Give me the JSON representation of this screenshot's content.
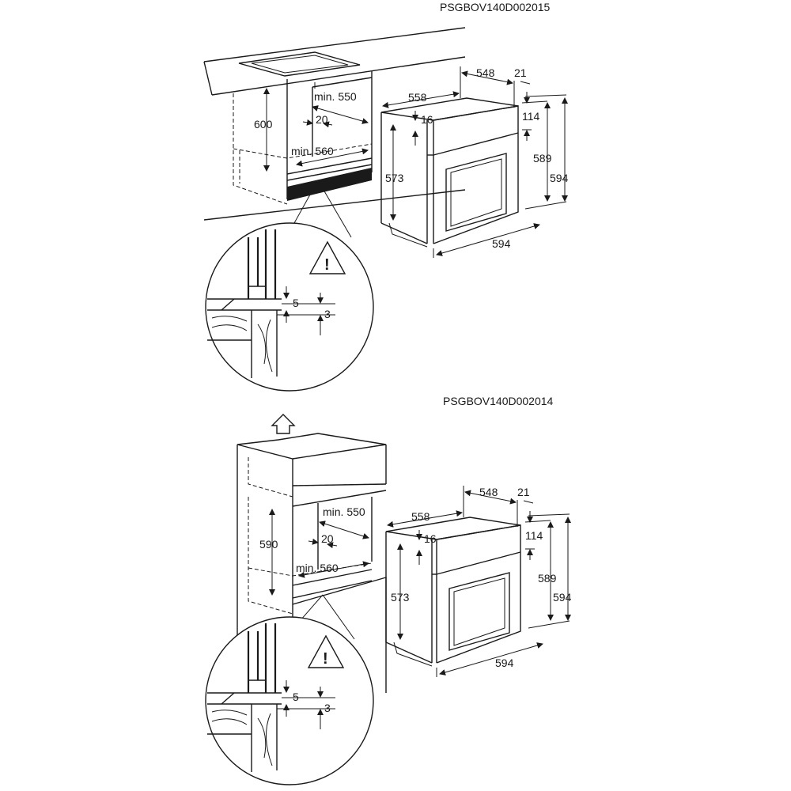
{
  "figures": [
    {
      "code": "PSGBOV140D002015",
      "cabinet": {
        "height": "600",
        "depth": "min. 550",
        "gap": "20",
        "width": "min. 560"
      },
      "oven": {
        "depth_total": "548",
        "door": "21",
        "depth_body": "558",
        "top": "16",
        "panel": "114",
        "body_height": "573",
        "inner_height": "589",
        "height": "594",
        "width": "594"
      },
      "detail": {
        "gap_a": "5",
        "gap_b": "3",
        "warning": "!"
      }
    },
    {
      "code": "PSGBOV140D002014",
      "cabinet": {
        "height": "590",
        "depth": "min. 550",
        "gap": "20",
        "width": "min. 560"
      },
      "oven": {
        "depth_total": "548",
        "door": "21",
        "depth_body": "558",
        "top": "16",
        "panel": "114",
        "body_height": "573",
        "inner_height": "589",
        "height": "594",
        "width": "594"
      },
      "detail": {
        "gap_a": "5",
        "gap_b": "3",
        "warning": "!"
      }
    }
  ]
}
